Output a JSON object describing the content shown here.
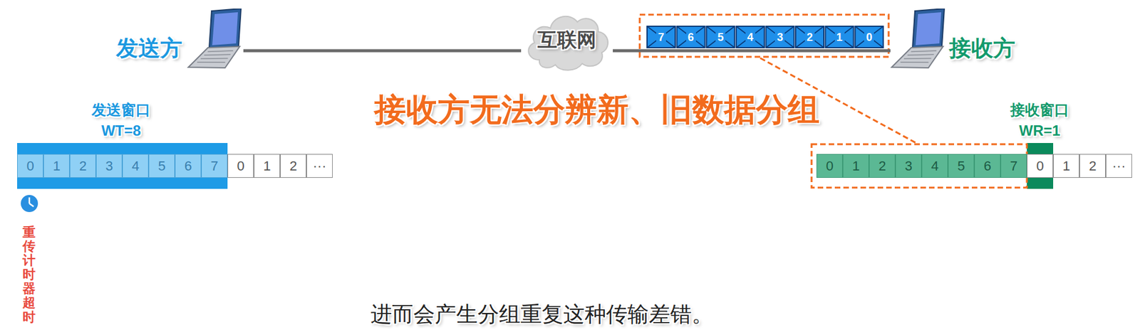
{
  "diagram": {
    "title": "接收方无法分辨新、旧数据分组",
    "caption": "进而会产生分组重复这种传输差错。",
    "nodes": [
      {
        "text": [
          "发送方"
        ]
      },
      {
        "text": [
          "互联网"
        ]
      },
      {
        "text": [
          "接收方"
        ]
      }
    ],
    "edges": [
      {
        "from": 0,
        "to": 1,
        "arrow": "none"
      },
      {
        "from": 1,
        "to": 2,
        "arrow": "none"
      }
    ],
    "labels": [
      "发送窗口",
      "WT=8",
      "0",
      "1",
      "2",
      "3",
      "4",
      "5",
      "6",
      "7",
      "0",
      "1",
      "2",
      "···",
      "重传计时器超时",
      "接收窗口",
      "WR=1",
      "0",
      "1",
      "2",
      "3",
      "4",
      "5",
      "6",
      "7",
      "0",
      "1",
      "2",
      "···",
      "7",
      "6",
      "5",
      "4",
      "3",
      "2",
      "1",
      "0"
    ]
  }
}
